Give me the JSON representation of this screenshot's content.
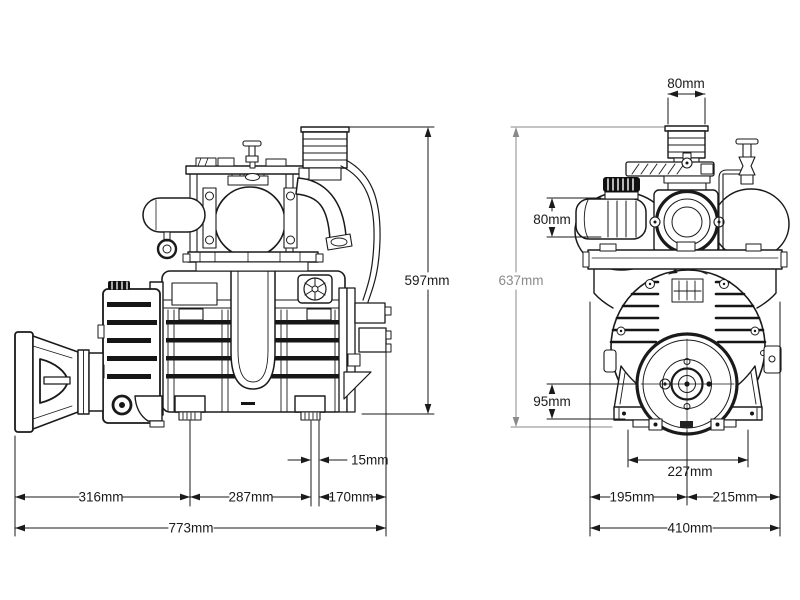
{
  "colors": {
    "line": "#1a1a1a",
    "dim_secondary": "#8a8a8a",
    "background": "#ffffff"
  },
  "dims": {
    "side": {
      "height": "597mm",
      "segment_left": "316mm",
      "segment_center": "287mm",
      "segment_right": "170mm",
      "total_width": "773mm",
      "foot_pad_width": "15mm"
    },
    "front": {
      "height": "637mm",
      "exhaust_port_width": "80mm",
      "intake_port_diameter": "80mm",
      "shaft_center_to_base": "95mm",
      "foot_bolt_spacing": "227mm",
      "center_to_left": "195mm",
      "center_to_right": "215mm",
      "total_width": "410mm"
    }
  }
}
